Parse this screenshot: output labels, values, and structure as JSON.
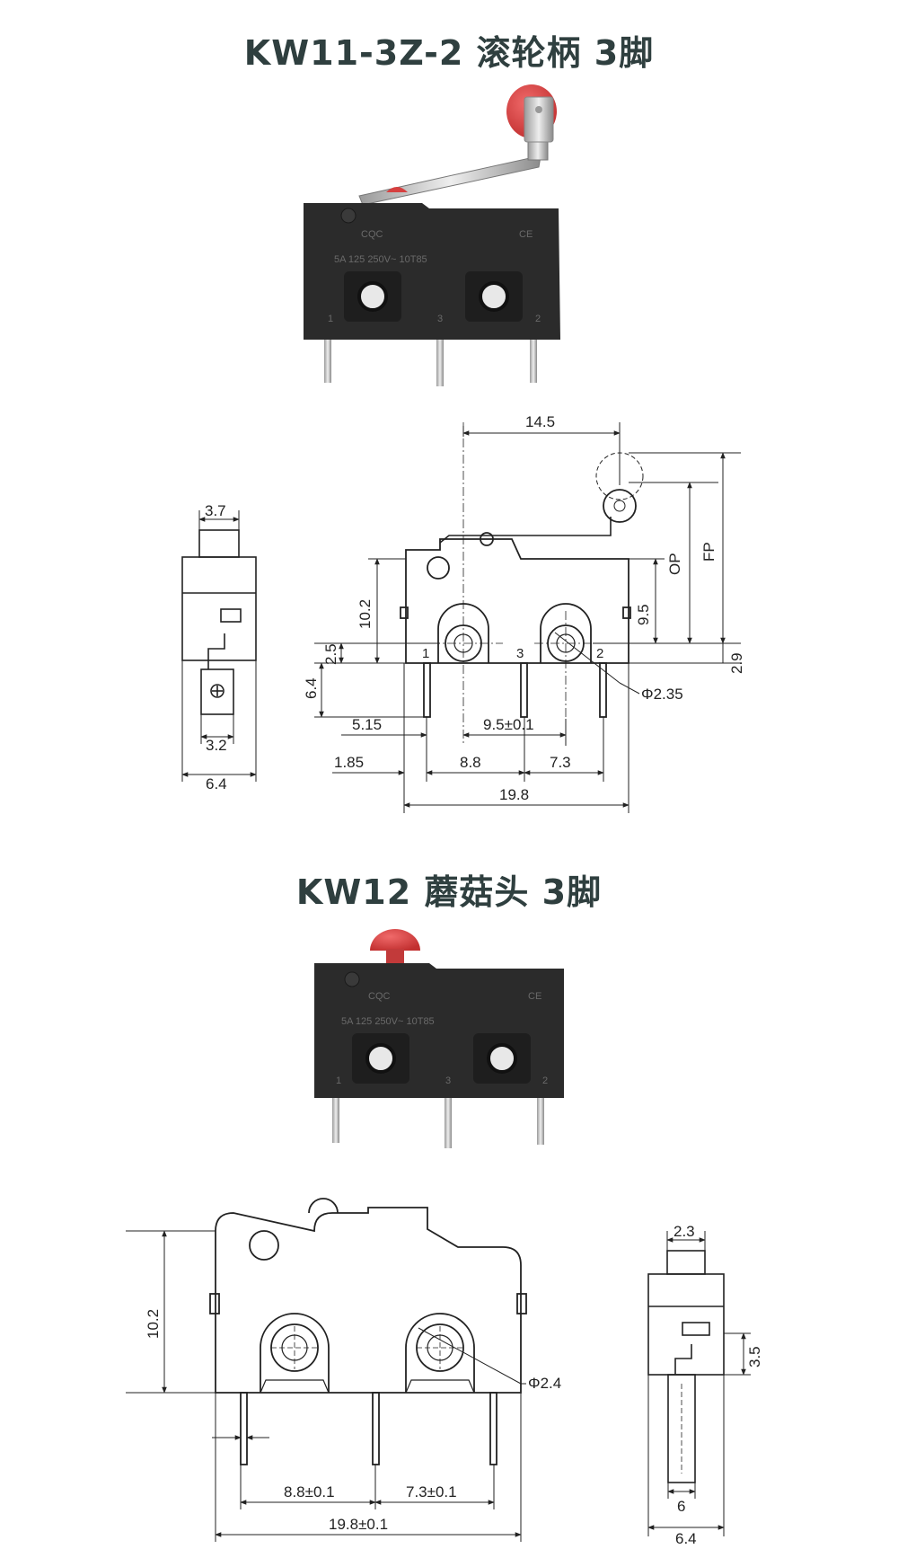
{
  "product1": {
    "title": "KW11-3Z-2 滚轮柄 3脚",
    "body_marking": "5A 125 250V~ 10T85",
    "cert_mark": "CQC",
    "ce_mark": "CE",
    "pin_labels": [
      "1",
      "3",
      "2"
    ],
    "dims": {
      "top_width": "14.5",
      "op": "OP",
      "fp": "FP",
      "height": "10.2",
      "hole_height": "9.5",
      "pin_offset": "2.5",
      "pin_length": "6.4",
      "tab_height": "2.9",
      "hole_dia": "Φ2.35",
      "left_offset": "5.15",
      "hole_pitch": "9.5±0.1",
      "edge_offset": "1.85",
      "pitch_13": "8.8",
      "pitch_32": "7.3",
      "total_length": "19.8",
      "side_top": "3.7",
      "side_pin": "3.2",
      "side_width": "6.4"
    }
  },
  "product2": {
    "title": "KW12 蘑菇头 3脚",
    "body_marking": "5A 125 250V~ 10T85",
    "cert_mark": "CQC",
    "ce_mark": "CE",
    "pin_labels": [
      "1",
      "3",
      "2"
    ],
    "dims": {
      "height": "10.2",
      "hole_dia": "Φ2.4",
      "pitch_13": "8.8±0.1",
      "pitch_32": "7.3±0.1",
      "total_length": "19.8±0.1",
      "side_top": "2.3",
      "side_height": "3.5",
      "side_pin": "6",
      "side_width": "6.4"
    }
  },
  "colors": {
    "title": "#2f3f3f",
    "body": "#2a2a2a",
    "actuator": "#d64040",
    "metal": "#c8c8c8",
    "line": "#222222"
  }
}
